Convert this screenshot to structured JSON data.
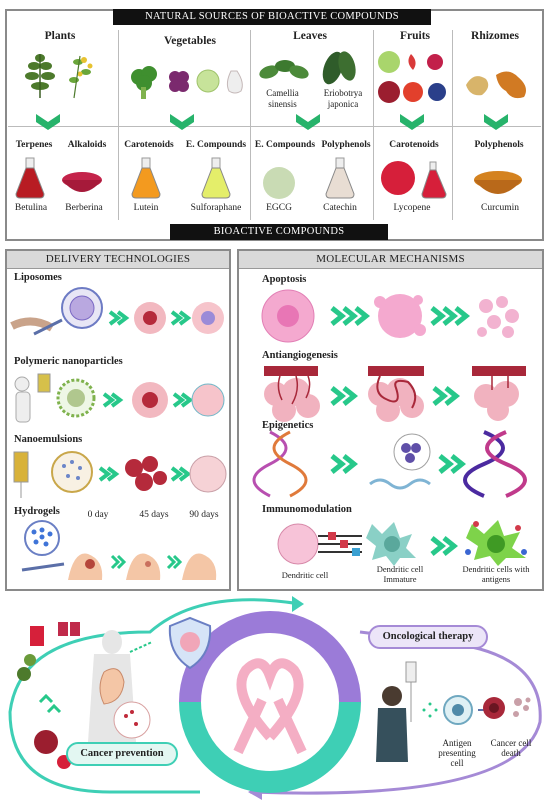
{
  "top": {
    "banner": "NATURAL SOURCES OF BIOACTIVE COMPOUNDS",
    "bottom_banner": "BIOACTIVE COMPOUNDS",
    "sources": [
      "Plants",
      "Vegetables",
      "Leaves",
      "Fruits",
      "Rhizomes"
    ],
    "leaf_labels": [
      "Camellia sinensis",
      "Eriobotrya japonica"
    ],
    "classes": [
      "Terpenes",
      "Alkaloids",
      "Carotenoids",
      "E. Compounds",
      "E. Compounds",
      "Polyphenols",
      "Carotenoids",
      "Polyphenols"
    ],
    "compounds": [
      "Betulina",
      "Berberina",
      "Lutein",
      "Sulforaphane",
      "EGCG",
      "Catechin",
      "Lycopene",
      "Curcumin"
    ]
  },
  "delivery": {
    "title": "DELIVERY TECHNOLOGIES",
    "items": [
      "Liposomes",
      "Polymeric nanoparticles",
      "Nanoemulsions",
      "Hydrogels"
    ],
    "days": [
      "0 day",
      "45 days",
      "90 days"
    ]
  },
  "mechanisms": {
    "title": "MOLECULAR MECHANISMS",
    "items": [
      "Apoptosis",
      "Antiangiogenesis",
      "Epigenetics",
      "Immunomodulation"
    ],
    "cells": [
      "Dendritic cell",
      "Dendritic cell Immature",
      "Dendritic cells with antigens"
    ]
  },
  "bottom": {
    "oncological": "Oncological therapy",
    "prevention": "Cancer prevention",
    "antigen_cell": "Antigen presenting cell",
    "cancer_death": "Cancer cell death"
  },
  "colors": {
    "teal": "#3ecfb5",
    "purple": "#a58ad6",
    "chevron_green": "#27b36b",
    "ribbon_pink": "#f4aec4"
  }
}
